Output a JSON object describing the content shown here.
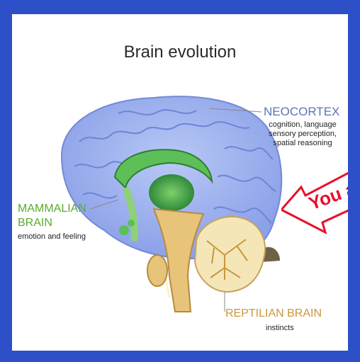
{
  "title": "Brain evolution",
  "neocortex": {
    "label": "NEOCORTEX",
    "description": "cognition, language sensory perception, spatial reasoning",
    "color": "#5b74b8"
  },
  "mammalian": {
    "label_line1": "MAMMALIAN",
    "label_line2": "BRAIN",
    "description": "emotion and feeling",
    "color": "#58ad2f"
  },
  "reptilian": {
    "label": "REPTILIAN BRAIN",
    "description": "instincts",
    "color": "#c9973b"
  },
  "callout": {
    "text": "You a",
    "arrow_color": "#e8102a"
  },
  "colors": {
    "frame": "#2d50c8",
    "brain": "#9fb3f0",
    "limbic": "#58ad2f"
  }
}
